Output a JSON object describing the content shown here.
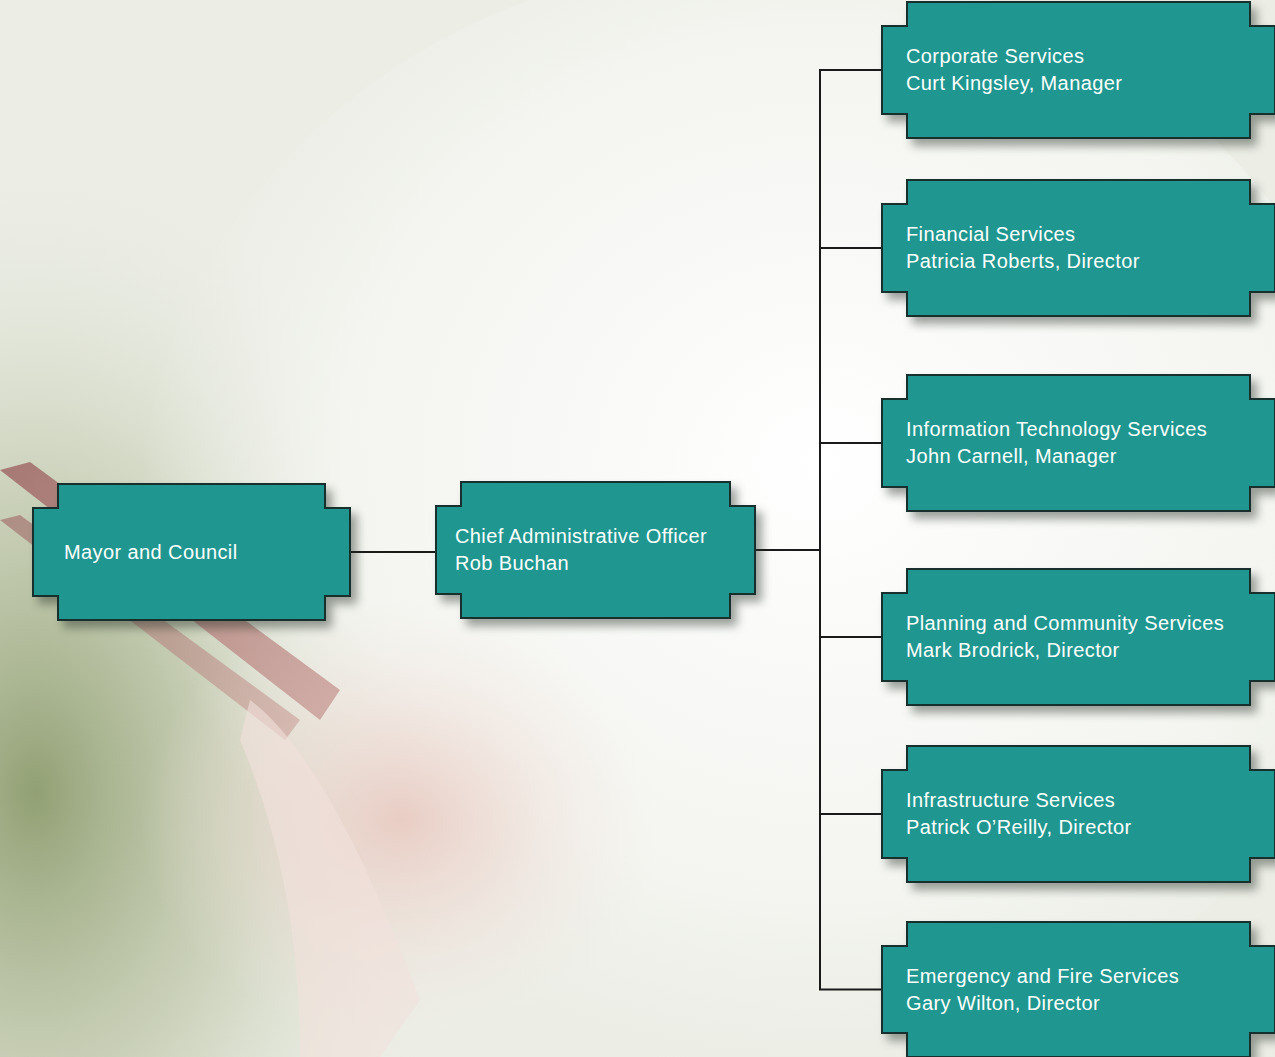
{
  "diagram": {
    "nodes": [
      {
        "text": [
          "Mayor and Council"
        ]
      },
      {
        "text": [
          "Chief Administrative Officer",
          "Rob Buchan"
        ]
      },
      {
        "text": [
          "Corporate Services",
          "Curt Kingsley, Manager"
        ]
      },
      {
        "text": [
          "Financial Services",
          "Patricia Roberts, Director"
        ]
      },
      {
        "text": [
          "Information Technology Services",
          "John Carnell, Manager"
        ]
      },
      {
        "text": [
          "Planning and Community Services",
          "Mark Brodrick, Director"
        ]
      },
      {
        "text": [
          "Infrastructure Services",
          "Patrick O’Reilly, Director"
        ]
      },
      {
        "text": [
          "Emergency and Fire Services",
          "Gary Wilton, Director"
        ]
      }
    ],
    "edges": [
      {
        "from": 0,
        "to": 1,
        "arrow": "none"
      },
      {
        "from": 1,
        "to": 2,
        "arrow": "none"
      },
      {
        "from": 1,
        "to": 3,
        "arrow": "none"
      },
      {
        "from": 1,
        "to": 4,
        "arrow": "none"
      },
      {
        "from": 1,
        "to": 5,
        "arrow": "none"
      },
      {
        "from": 1,
        "to": 6,
        "arrow": "none"
      },
      {
        "from": 1,
        "to": 7,
        "arrow": "none"
      }
    ]
  }
}
